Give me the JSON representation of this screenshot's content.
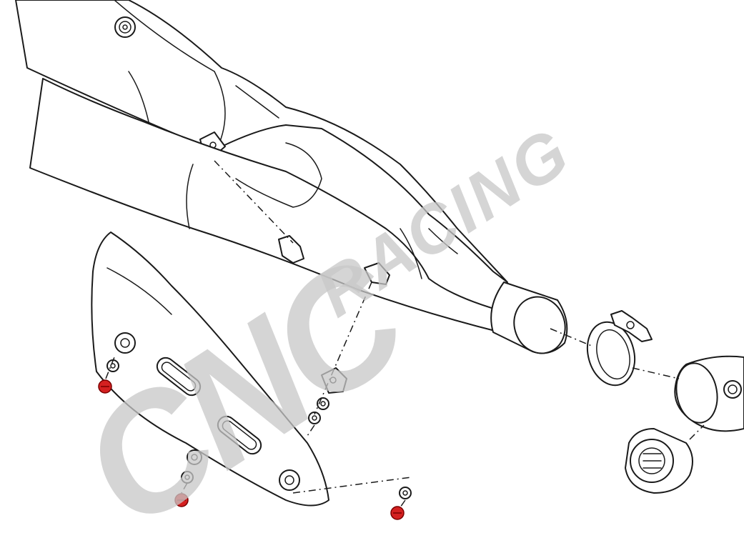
{
  "diagram": {
    "type": "exploded-parts-drawing",
    "watermark": {
      "logo": "CNC",
      "word": "RACING"
    },
    "colors": {
      "line": "#1a1a1a",
      "background": "#ffffff",
      "watermark": "#c8c8c8",
      "highlight_screw": "#d42020"
    },
    "parts": [
      {
        "name": "exhaust-silencer-upper"
      },
      {
        "name": "exhaust-silencer-lower"
      },
      {
        "name": "heat-shield"
      },
      {
        "name": "hose-clamp"
      },
      {
        "name": "silencer-end-cap"
      },
      {
        "name": "bracket-with-nuts"
      },
      {
        "name": "washer"
      },
      {
        "name": "highlighted-screw"
      }
    ]
  }
}
